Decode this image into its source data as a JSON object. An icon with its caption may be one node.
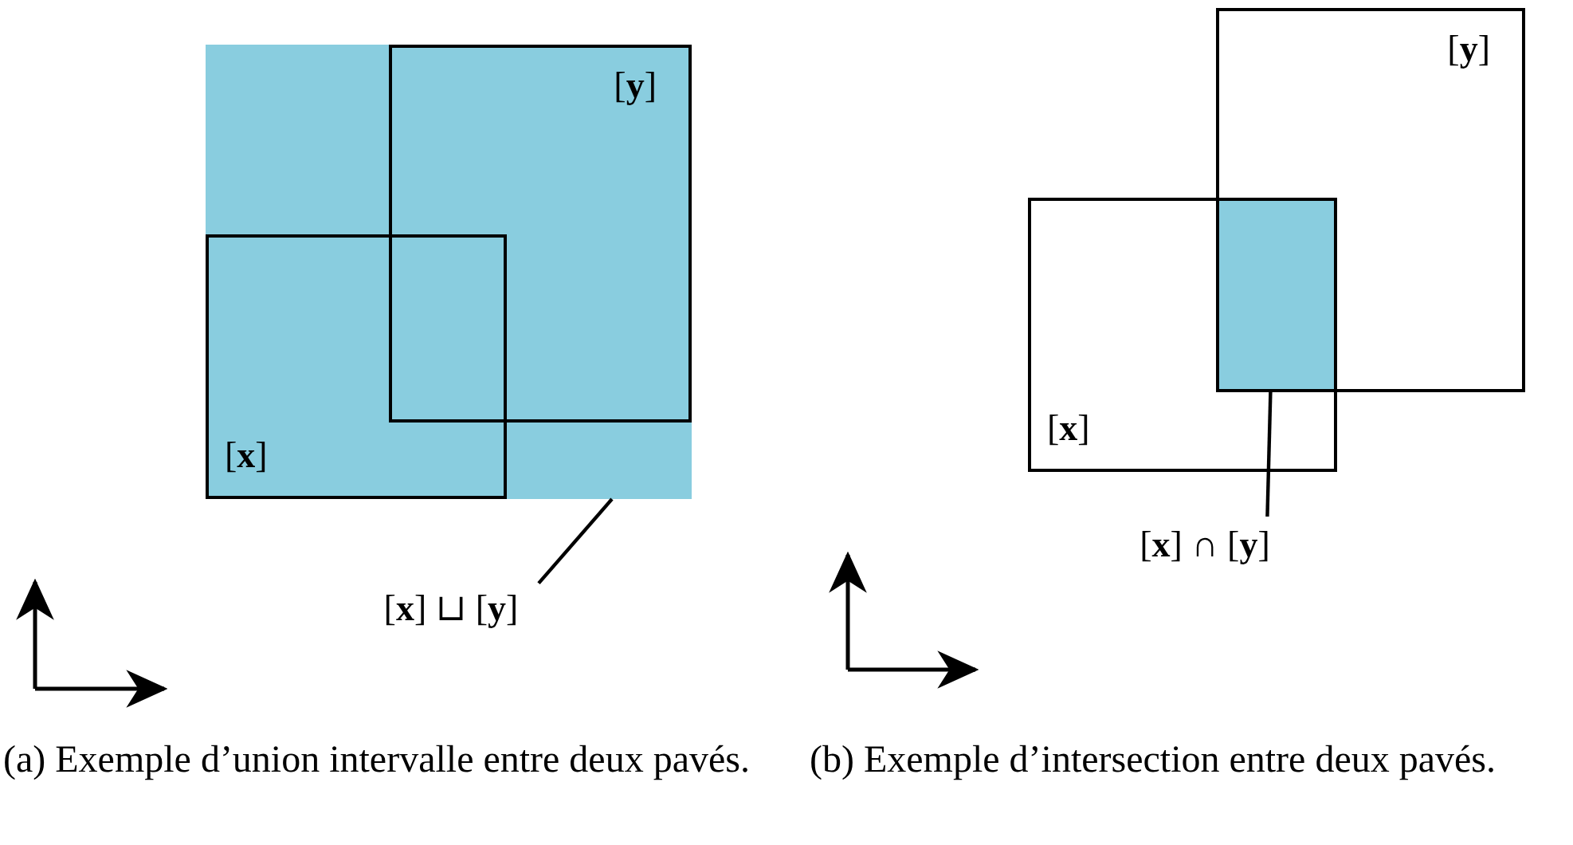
{
  "diagram": {
    "nodes": [
      {
        "text": [],
        "shape": "box"
      },
      {
        "text": [
          "[**y**]"
        ],
        "in": 0
      },
      {
        "text": [
          "[**x**]"
        ],
        "in": 0
      },
      {
        "text": [
          "[**x**] ⊔ [**y**]"
        ]
      },
      {
        "text": [
          "[**y**]"
        ]
      },
      {
        "text": [
          "[**x**]"
        ]
      },
      {
        "text": [],
        "shape": "box"
      },
      {
        "text": [
          "[**x**] ∩ [**y**]"
        ]
      }
    ],
    "edges": [
      {
        "from": 3,
        "to": 0,
        "arrow": "none"
      },
      {
        "from": 7,
        "to": 6,
        "arrow": "none"
      }
    ],
    "labels": [
      "(a) Exemple d’union intervalle entre deux pavés.",
      "(b) Exemple d’intersection entre deux pavés."
    ]
  }
}
